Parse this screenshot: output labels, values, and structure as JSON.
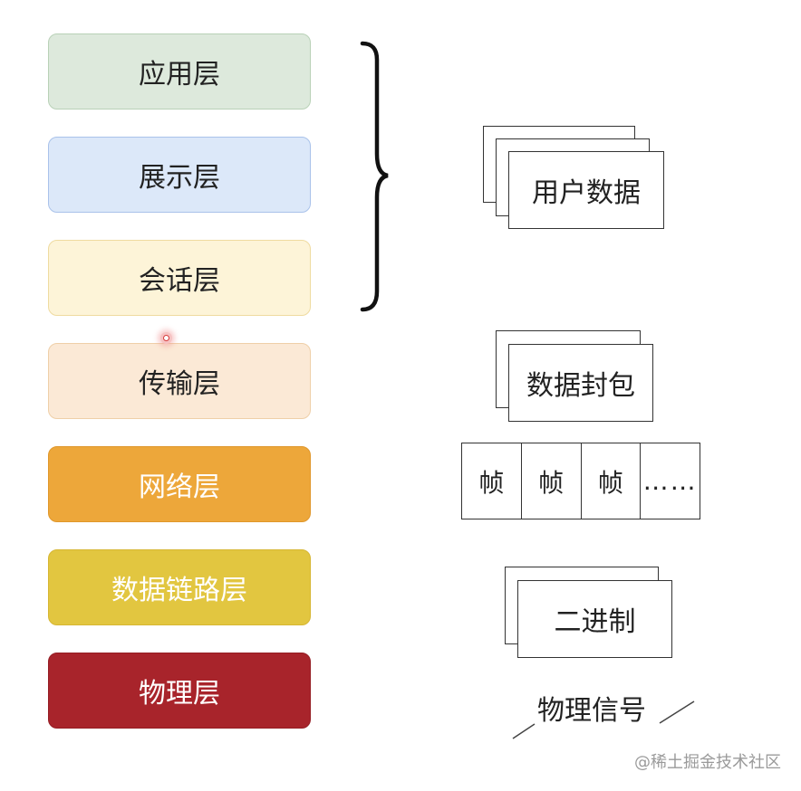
{
  "layers": [
    {
      "label": "应用层",
      "bg": "#dde9dc",
      "border": "#b9d1b7",
      "text_color": "#222222"
    },
    {
      "label": "展示层",
      "bg": "#dce8f9",
      "border": "#a9c2ea",
      "text_color": "#222222"
    },
    {
      "label": "会话层",
      "bg": "#fdf4d8",
      "border": "#efdba0",
      "text_color": "#222222"
    },
    {
      "label": "传输层",
      "bg": "#fbe9d6",
      "border": "#efcfa8",
      "text_color": "#222222"
    },
    {
      "label": "网络层",
      "bg": "#eda73a",
      "border": "#e0972b",
      "text_color": "#ffffff"
    },
    {
      "label": "数据链路层",
      "bg": "#e2c640",
      "border": "#d6b632",
      "text_color": "#ffffff"
    },
    {
      "label": "物理层",
      "bg": "#a8242b",
      "border": "#951d24",
      "text_color": "#ffffff"
    }
  ],
  "right": {
    "user_data": "用户数据",
    "packet": "数据封包",
    "frames": [
      "帧",
      "帧",
      "帧",
      "……"
    ],
    "binary": "二进制",
    "signal": "物理信号"
  },
  "watermark": "@稀土掘金技术社区"
}
